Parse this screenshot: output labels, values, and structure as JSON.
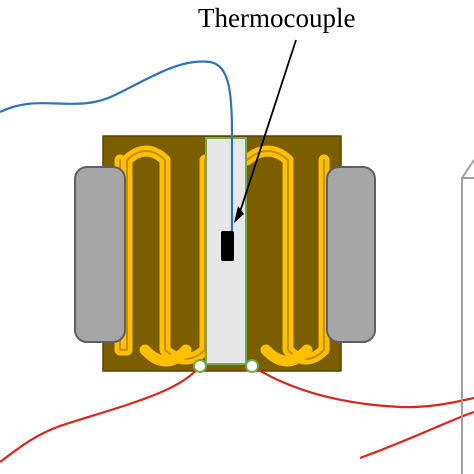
{
  "labels": {
    "thermocouple": "Thermocouple"
  },
  "colors": {
    "background": "#ffffff",
    "heater_board": "#7a5e00",
    "heater_board_edge": "#5b4500",
    "heater_trace": "#ffc000",
    "heater_trace_core": "#c88f00",
    "clamp_fill": "#a6a6a6",
    "clamp_edge": "#5f5f5f",
    "sample_fill": "#e7e7e7",
    "sample_edge": "#70ad47",
    "thermocouple_wire": "#2e75b6",
    "sensor_tip": "#000000",
    "power_wire": "#d9261c",
    "terminal_fill": "#ffffff",
    "terminal_edge": "#70ad47",
    "pointer_line": "#000000",
    "right_block_edge": "#9f9f9f"
  },
  "components": [
    "heater-board",
    "serpentine-heater-trace",
    "left-clamp",
    "right-clamp",
    "sample-strip",
    "thermocouple-wire",
    "thermocouple-tip",
    "power-wires",
    "terminals",
    "right-block"
  ]
}
